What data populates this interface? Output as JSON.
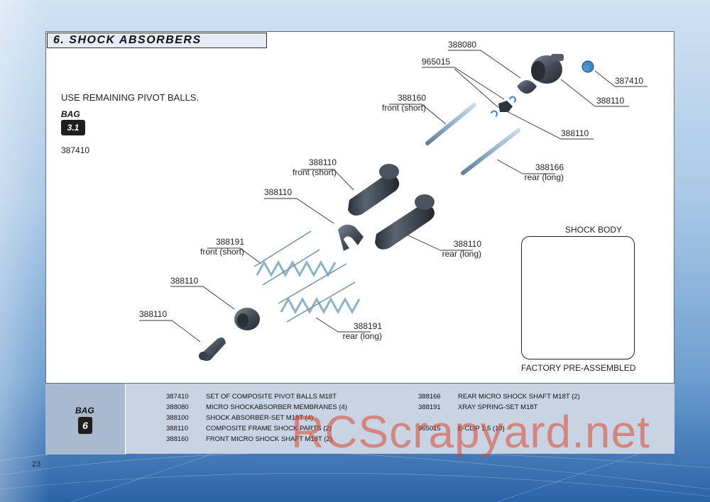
{
  "page": {
    "title": "6. SHOCK ABSORBERS",
    "page_number": "23",
    "note": "USE REMAINING PIVOT BALLS.",
    "bag_small": {
      "label": "BAG",
      "number": "3.1",
      "part": "387410"
    },
    "watermark": "RCScrapyard.net"
  },
  "callouts": [
    {
      "code": "388080",
      "desc": ""
    },
    {
      "code": "965015",
      "desc": ""
    },
    {
      "code": "387410",
      "desc": ""
    },
    {
      "code": "388110",
      "desc": ""
    },
    {
      "code": "388160",
      "desc": "front (short)"
    },
    {
      "code": "388110",
      "desc": ""
    },
    {
      "code": "388110",
      "desc": "front (short)"
    },
    {
      "code": "388166",
      "desc": "rear (long)"
    },
    {
      "code": "388110",
      "desc": ""
    },
    {
      "code": "388110",
      "desc": "rear (long)"
    },
    {
      "code": "388191",
      "desc": "front (short)"
    },
    {
      "code": "388110",
      "desc": ""
    },
    {
      "code": "388110",
      "desc": ""
    },
    {
      "code": "388191",
      "desc": "rear (long)"
    }
  ],
  "shock_body_inset": {
    "title": "SHOCK BODY",
    "caption": "FACTORY PRE-ASSEMBLED"
  },
  "legend": {
    "bag_label": "BAG",
    "bag_number": "6",
    "left_items": [
      {
        "code": "387410",
        "name": "SET OF COMPOSITE PIVOT BALLS M18T"
      },
      {
        "code": "388080",
        "name": "MICRO SHOCKABSORBER MEMBRANES (4)"
      },
      {
        "code": "388100",
        "name": "SHOCK ABSORBER-SET M18T (4)"
      },
      {
        "code": "388110",
        "name": "COMPOSITE FRAME SHOCK PARTS (2)"
      },
      {
        "code": "388160",
        "name": "FRONT MICRO SHOCK SHAFT M18T (2)"
      }
    ],
    "right_items": [
      {
        "code": "388166",
        "name": "REAR MICRO SHOCK SHAFT M18T (2)"
      },
      {
        "code": "388191",
        "name": "XRAY SPRING-SET M18T"
      },
      {
        "code": "965015",
        "name": "E-CLIP 1.5  (10)"
      }
    ]
  },
  "colors": {
    "part_gray": "#3e4650",
    "spring_blue": "#9fc0d3",
    "accent_blue": "#2f7bc8",
    "legend_bg": "#c8d4e4"
  }
}
